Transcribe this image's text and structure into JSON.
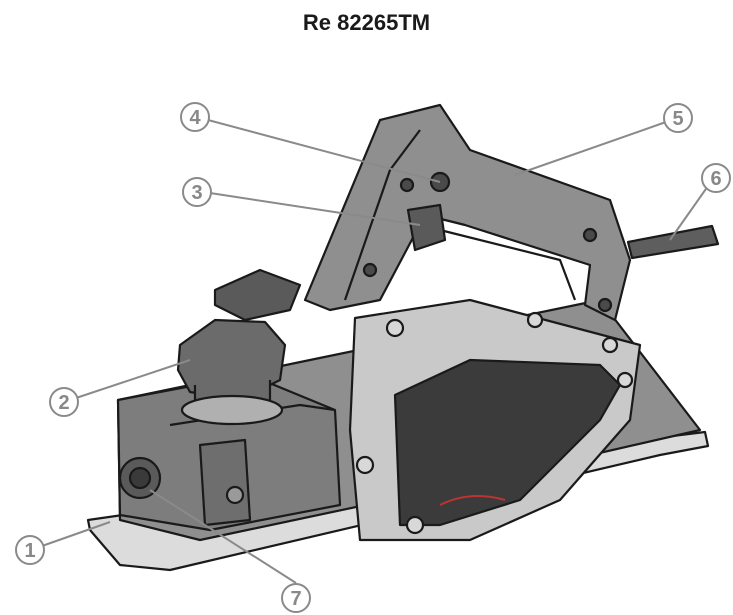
{
  "title": "Re 82265TM",
  "callouts": [
    {
      "id": "1",
      "label": "1"
    },
    {
      "id": "2",
      "label": "2"
    },
    {
      "id": "3",
      "label": "3"
    },
    {
      "id": "4",
      "label": "4"
    },
    {
      "id": "5",
      "label": "5"
    },
    {
      "id": "6",
      "label": "6"
    },
    {
      "id": "7",
      "label": "7"
    }
  ],
  "colors": {
    "body": "#8f8f8f",
    "body_dark": "#5f5f5f",
    "body_light": "#b8b8b8",
    "plate": "#dcdcdc",
    "outline": "#1a1a1a",
    "callout": "#888888"
  }
}
